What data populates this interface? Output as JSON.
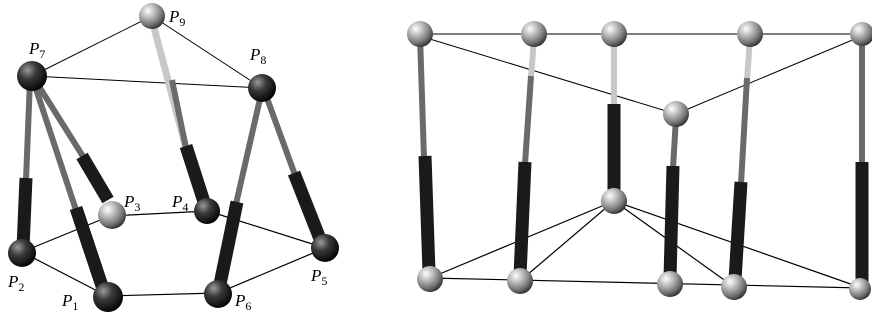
{
  "figure": {
    "left_view": {
      "labels": {
        "p1": {
          "base": "P",
          "sub": "1"
        },
        "p2": {
          "base": "P",
          "sub": "2"
        },
        "p3": {
          "base": "P",
          "sub": "3"
        },
        "p4": {
          "base": "P",
          "sub": "4"
        },
        "p5": {
          "base": "P",
          "sub": "5"
        },
        "p6": {
          "base": "P",
          "sub": "6"
        },
        "p7": {
          "base": "P",
          "sub": "7"
        },
        "p8": {
          "base": "P",
          "sub": "8"
        },
        "p9": {
          "base": "P",
          "sub": "9"
        }
      }
    }
  }
}
